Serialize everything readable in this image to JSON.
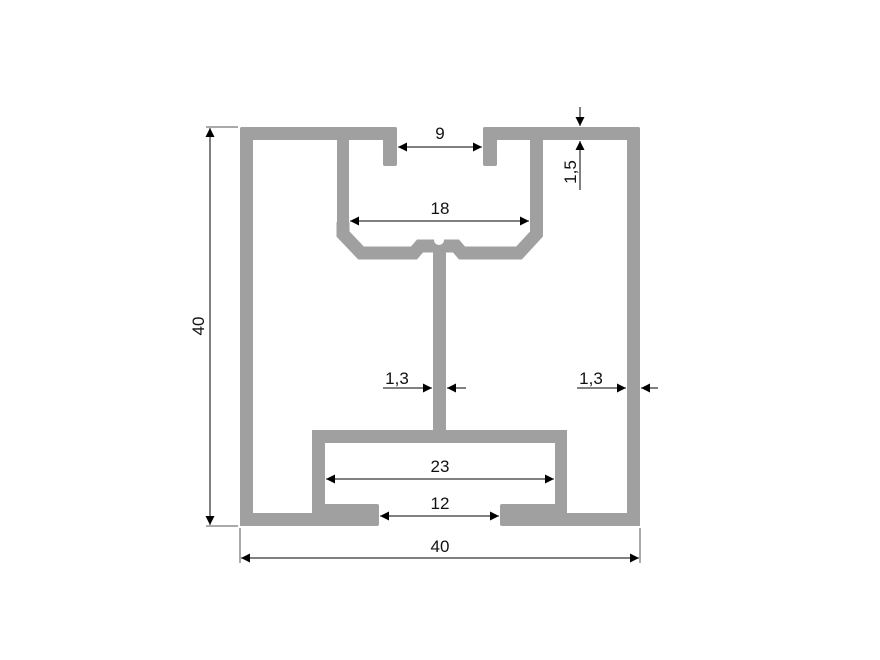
{
  "drawing": {
    "title": "Aluminium profile cross-section",
    "profile_color": "#a0a0a0",
    "dimensions": {
      "overall_height": "40",
      "overall_width": "40",
      "top_slot_opening": "9",
      "top_channel_width": "18",
      "wall_thickness_top": "1,5",
      "web_thickness": "1,3",
      "side_wall_thickness": "1,3",
      "bottom_channel_width": "23",
      "bottom_slot_opening": "12"
    }
  }
}
